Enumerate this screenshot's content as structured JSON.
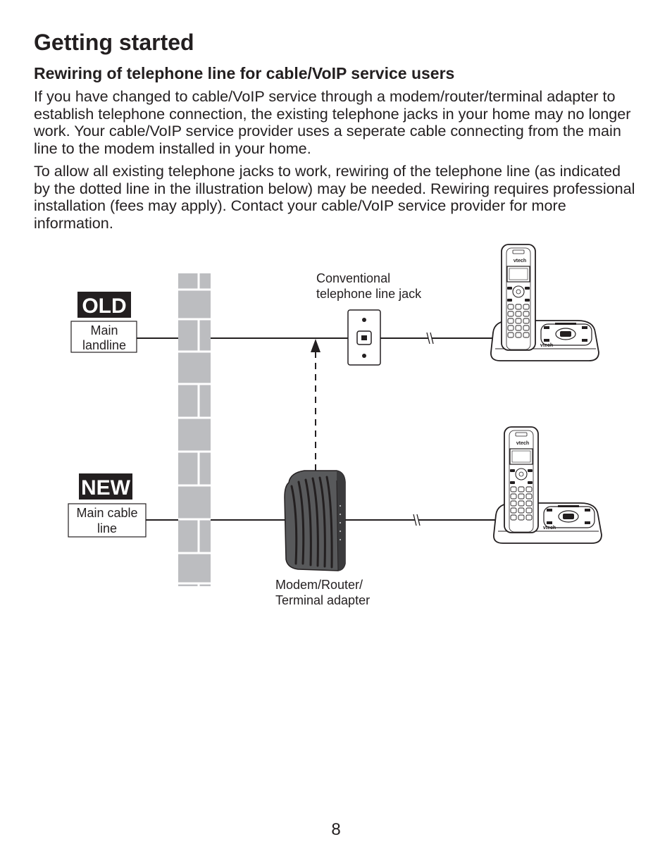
{
  "header": {
    "title": "Getting started"
  },
  "section": {
    "title": "Rewiring of telephone line for cable/VoIP service users",
    "paragraphs": [
      "If you have changed to cable/VoIP service through a modem/router/terminal adapter to establish telephone connection, the existing telephone jacks in your home may no longer work. Your cable/VoIP service provider uses a seperate cable connecting from the main line to the modem installed in your home.",
      "To allow all existing telephone jacks to work, rewiring of the telephone line (as indicated by the dotted line in the illustration below) may be needed. Rewiring requires professional installation (fees may apply). Contact your cable/VoIP service provider for more information."
    ]
  },
  "diagram": {
    "old_badge": "OLD",
    "new_badge": "NEW",
    "main_landline": [
      "Main",
      "landline"
    ],
    "main_cable_line": [
      "Main cable",
      "line"
    ],
    "jack_label": [
      "Conventional",
      "telephone line jack"
    ],
    "modem_label": [
      "Modem/Router/",
      "Terminal adapter"
    ],
    "phone_brand": "vtech",
    "badge_color": "#231f20",
    "wall_color": "#bcbdc0"
  },
  "footer": {
    "page_number": "8"
  }
}
